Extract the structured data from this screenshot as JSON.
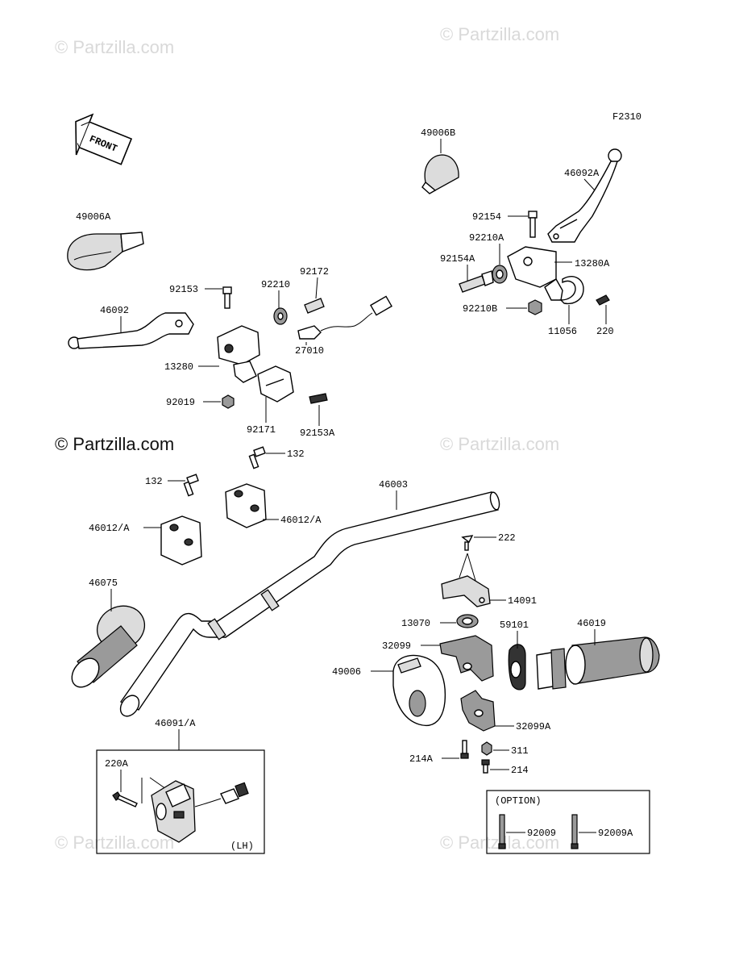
{
  "figure_code": "F2310",
  "front_label": "FRONT",
  "watermark": "© Partzilla.com",
  "option_label": "(OPTION)",
  "lh_label": "(LH)",
  "parts": {
    "p49006B": "49006B",
    "p46092A": "46092A",
    "p92154": "92154",
    "p92210A": "92210A",
    "p13280A": "13280A",
    "p92154A": "92154A",
    "p92210B": "92210B",
    "p11056": "11056",
    "p220": "220",
    "p49006A": "49006A",
    "p92153": "92153",
    "p92210": "92210",
    "p92172": "92172",
    "p46092": "46092",
    "p13280": "13280",
    "p27010": "27010",
    "p92019": "92019",
    "p92171": "92171",
    "p92153A": "92153A",
    "p132a": "132",
    "p132b": "132",
    "p46012a": "46012/A",
    "p46012b": "46012/A",
    "p46003": "46003",
    "p222": "222",
    "p14091": "14091",
    "p46075": "46075",
    "p13070": "13070",
    "p59101": "59101",
    "p46019": "46019",
    "p32099": "32099",
    "p49006": "49006",
    "p32099A": "32099A",
    "p311": "311",
    "p214A": "214A",
    "p214": "214",
    "p46091": "46091/A",
    "p220A": "220A",
    "p92009": "92009",
    "p92009A": "92009A"
  }
}
